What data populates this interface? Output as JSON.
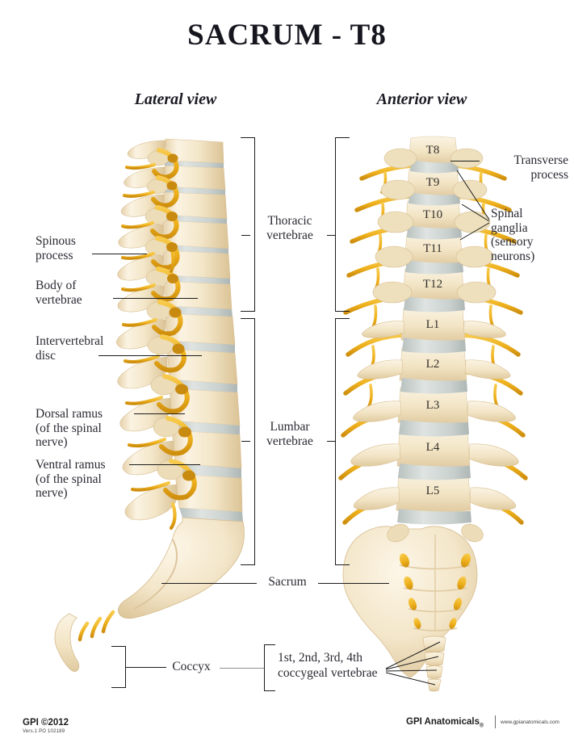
{
  "poster": {
    "title": "SACRUM - T8",
    "views": [
      {
        "id": "lateral",
        "label": "Lateral view"
      },
      {
        "id": "anterior",
        "label": "Anterior view"
      }
    ]
  },
  "labels": {
    "spinous_process": "Spinous\nprocess",
    "body_of_vertebrae": "Body of\nvertebrae",
    "intervertebral_disc": "Intervertebral\ndisc",
    "dorsal_ramus": "Dorsal ramus\n(of the spinal\nnerve)",
    "ventral_ramus": "Ventral ramus\n(of the spinal\nnerve)",
    "transverse_process": "Transverse\nprocess",
    "spinal_ganglia": "Spinal\nganglia\n(sensory\nneurons)",
    "thoracic_vertebrae": "Thoracic\nvertebrae",
    "lumbar_vertebrae": "Lumbar\nvertebrae",
    "sacrum": "Sacrum",
    "coccyx": "Coccyx",
    "coccygeal_vertebrae": "1st, 2nd, 3rd, 4th\ncoccygeal vertebrae"
  },
  "vertebrae": {
    "thoracic": [
      "T8",
      "T9",
      "T10",
      "T11",
      "T12"
    ],
    "lumbar": [
      "L1",
      "L2",
      "L3",
      "L4",
      "L5"
    ]
  },
  "colors": {
    "bone": "#f2e4c6",
    "bone_light": "#faf1dc",
    "bone_shadow": "#ddc79c",
    "disc": "#ccd2d0",
    "disc_shadow": "#b3bcba",
    "nerve": "#efb31f",
    "nerve_dark": "#c98a10",
    "ink": "#2a2a33",
    "title": "#16161f"
  },
  "footer": {
    "copyright": "GPI ©2012",
    "version": "Vers.1  PO 102189",
    "brand": "GPI Anatomicals",
    "registered": "®",
    "url": "www.gpianatomicals.com"
  }
}
